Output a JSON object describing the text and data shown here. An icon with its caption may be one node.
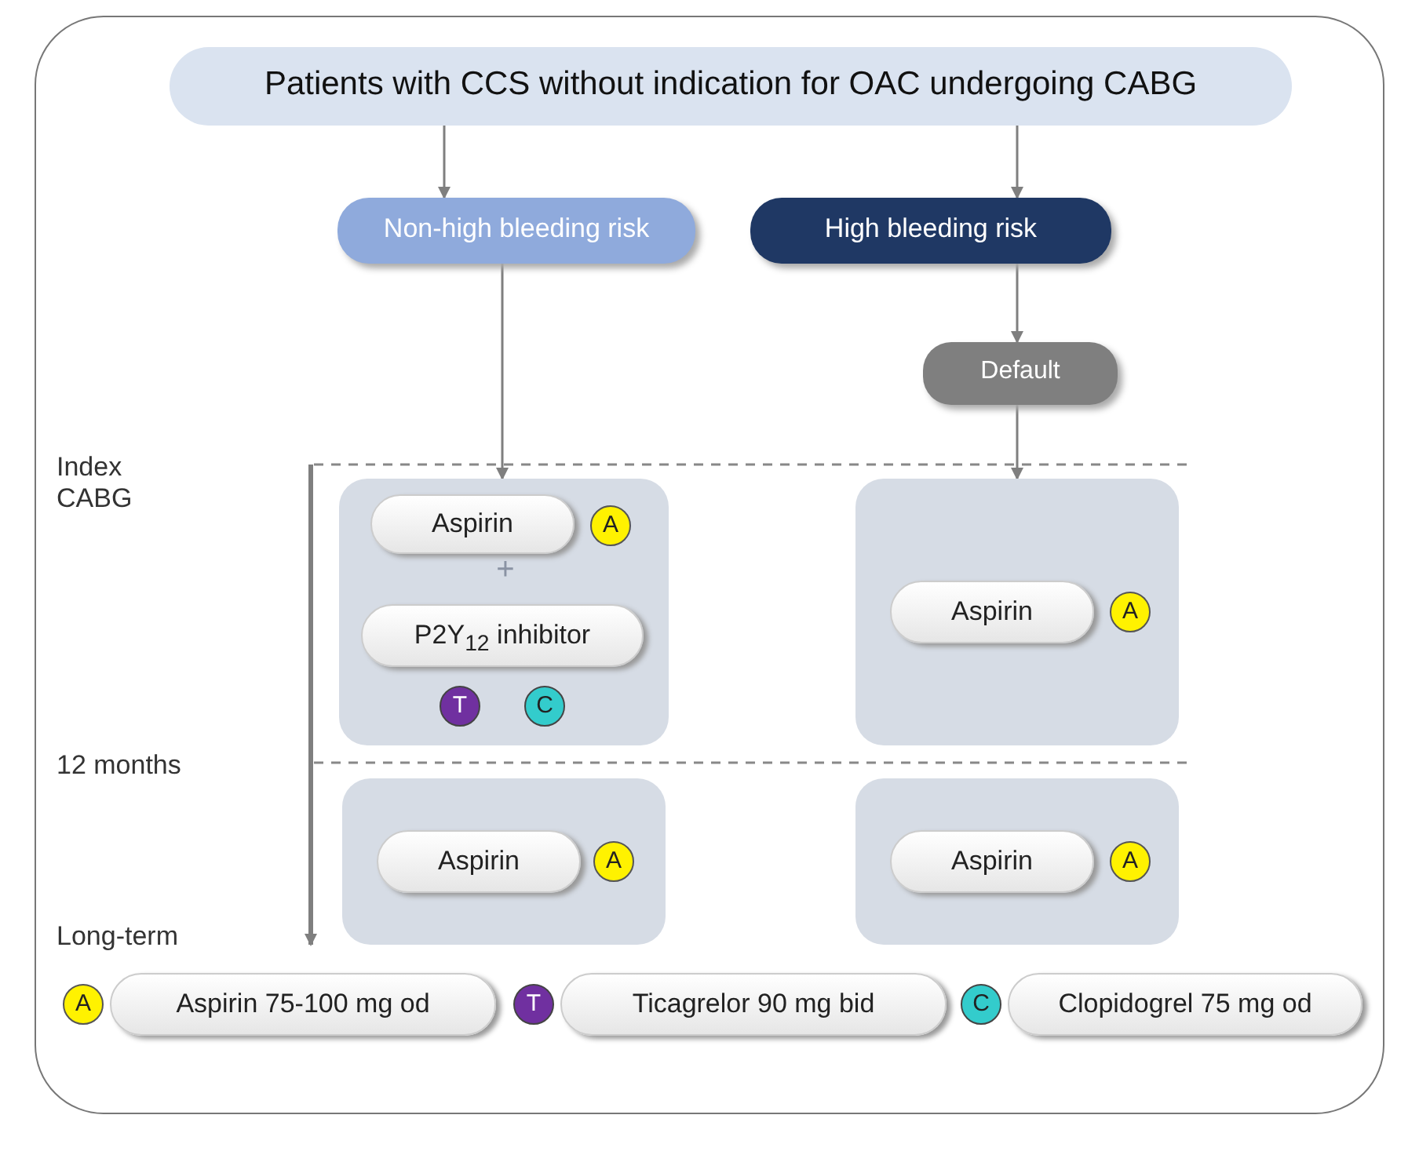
{
  "diagram": {
    "nodes": [
      {
        "text": [
          "Patients with CCS without indication for OAC undergoing CABG"
        ]
      },
      {
        "text": [
          "Non-high bleeding risk"
        ]
      },
      {
        "text": [
          "High bleeding risk"
        ]
      },
      {
        "text": [
          "Default"
        ]
      },
      {
        "text": [],
        "shape": "box"
      },
      {
        "text": [
          "Aspirin"
        ],
        "in": 4
      },
      {
        "text": [
          "A"
        ],
        "in": 4
      },
      {
        "text": [
          "P2Y$_{12}$ inhibitor"
        ],
        "in": 4
      },
      {
        "text": [
          "T"
        ],
        "in": 4
      },
      {
        "text": [
          "C"
        ],
        "in": 4
      },
      {
        "text": [],
        "shape": "box"
      },
      {
        "text": [
          "Aspirin"
        ],
        "in": 10
      },
      {
        "text": [
          "A"
        ],
        "in": 10
      },
      {
        "text": [],
        "shape": "box"
      },
      {
        "text": [
          "Aspirin"
        ],
        "in": 13
      },
      {
        "text": [
          "A"
        ],
        "in": 13
      },
      {
        "text": [],
        "shape": "box"
      },
      {
        "text": [
          "Aspirin"
        ],
        "in": 16
      },
      {
        "text": [
          "A"
        ],
        "in": 16
      },
      {
        "text": [
          "A"
        ]
      },
      {
        "text": [
          "Aspirin 75-100 mg od"
        ]
      },
      {
        "text": [
          "T"
        ]
      },
      {
        "text": [
          "Ticagrelor 90 mg bid"
        ]
      },
      {
        "text": [
          "C"
        ]
      },
      {
        "text": [
          "Clopidogrel 75 mg od"
        ]
      }
    ],
    "edges": [
      {
        "from": 0,
        "to": 1,
        "arrow": "to"
      },
      {
        "from": 0,
        "to": 2,
        "arrow": "to"
      },
      {
        "from": 1,
        "to": 4,
        "arrow": "to"
      },
      {
        "from": 2,
        "to": 3,
        "arrow": "to"
      },
      {
        "from": 3,
        "to": 10,
        "arrow": "to"
      }
    ],
    "labels": [
      "Index CABG",
      "+",
      "12 months",
      "Long-term"
    ]
  }
}
